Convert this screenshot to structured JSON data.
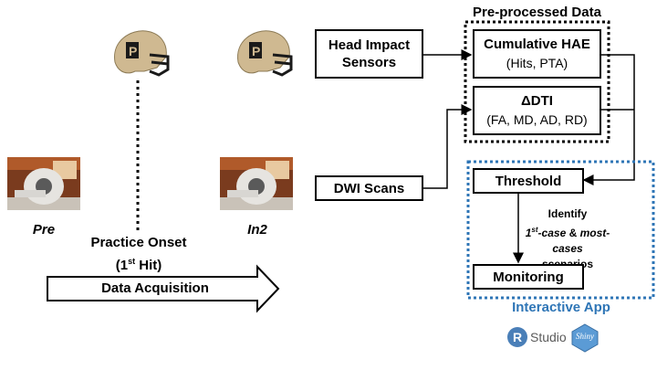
{
  "stages": {
    "pre_label": "Pre",
    "in2_label": "In2",
    "practice_onset_line1": "Practice Onset",
    "practice_onset_line2_prefix": "(1",
    "practice_onset_sup": "st",
    "practice_onset_line2_suffix": " Hit)",
    "data_acquisition": "Data Acquisition"
  },
  "inputs": {
    "head_impact_line1": "Head Impact",
    "head_impact_line2": "Sensors",
    "dwi_scans": "DWI Scans"
  },
  "preprocessed": {
    "title": "Pre-processed Data",
    "hae_title": "Cumulative HAE",
    "hae_sub": "(Hits, PTA)",
    "dti_title": "ΔDTI",
    "dti_sub": "(FA, MD, AD, RD)"
  },
  "app": {
    "threshold": "Threshold",
    "identify_line1": "Identify",
    "identify_first_sup": "st",
    "identify_first_rest": "-case",
    "identify_first_num": "1",
    "identify_and": " & ",
    "identify_most": "most-cases",
    "identify_line3": "scenarios",
    "monitoring": "Monitoring",
    "title": "Interactive App",
    "logo_r": "R",
    "logo_studio": "Studio",
    "logo_shiny": "Shiny"
  },
  "colors": {
    "app_border": "#2e75b6",
    "app_title": "#2e75b6",
    "helmet_shell": "#cfb991",
    "helmet_facemask": "#1a1a1a"
  }
}
